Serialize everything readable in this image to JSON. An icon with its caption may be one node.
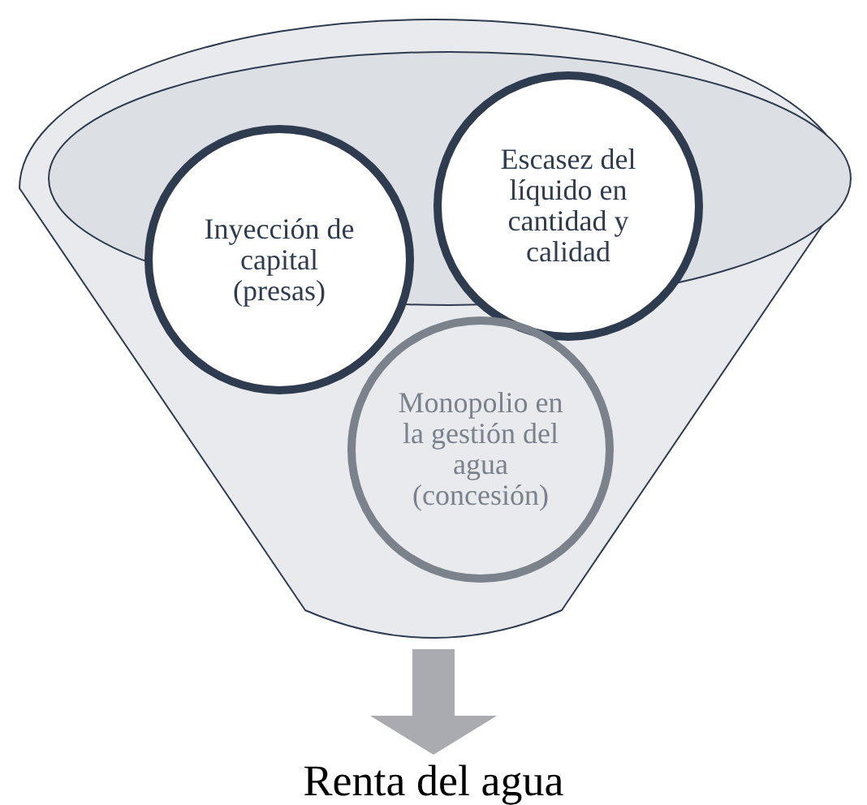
{
  "diagram": {
    "nodes": [
      {
        "text": [],
        "shape": "funnel"
      },
      {
        "text": [
          "Inyección de capital (presas)"
        ],
        "in": 0
      },
      {
        "text": [
          "Escasez del líquido en cantidad y calidad"
        ],
        "in": 0
      },
      {
        "text": [
          "Monopolio en la gestión del agua (concesión)"
        ],
        "in": 0
      },
      {
        "text": [
          "Renta del agua"
        ]
      }
    ],
    "edges": [
      {
        "from": 0,
        "to": 4,
        "arrow": "to",
        "style": "thick",
        "color": "#a9abb0"
      }
    ]
  }
}
